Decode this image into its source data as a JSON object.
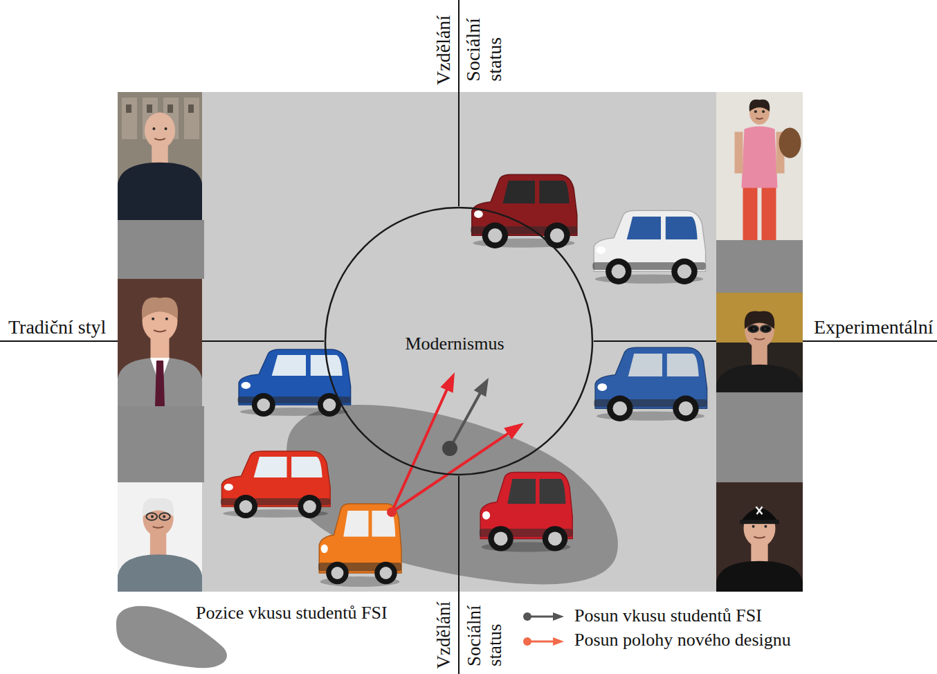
{
  "diagram": {
    "nodes": [
      {
        "text": [
          "Modernismus"
        ]
      }
    ],
    "labels": [
      "Vzdělání",
      "Sociální status",
      "Tradiční styl",
      "Experimentální",
      "Vzdělání",
      "Sociální status"
    ],
    "legend": [
      {
        "text": "Pozice vkusu studentů FSI"
      },
      {
        "text": "Posun vkusu studentů FSI"
      },
      {
        "text": "Posun polohy nového designu"
      }
    ]
  }
}
